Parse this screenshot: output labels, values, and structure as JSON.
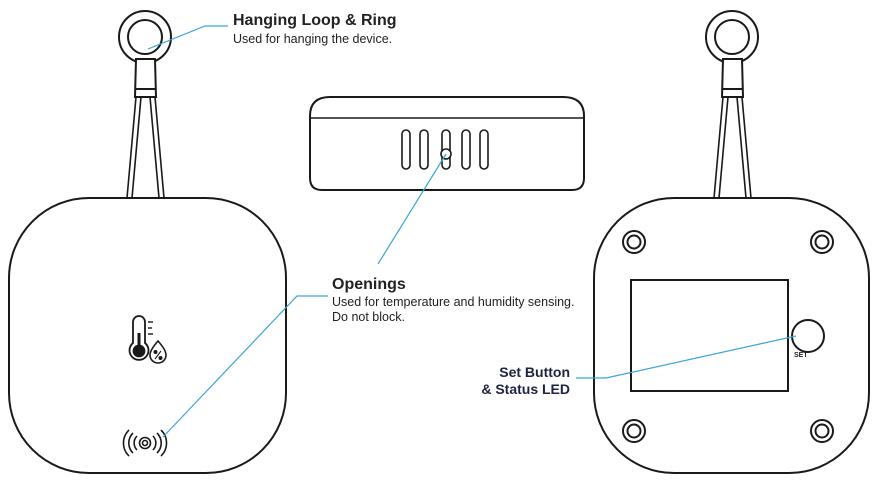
{
  "labels": {
    "hanging_title": "Hanging Loop & Ring",
    "hanging_desc": "Used for hanging the device.",
    "openings_title": "Openings",
    "openings_desc": "Used for temperature and humidity sensing. Do not block.",
    "set_title_line1": "Set Button",
    "set_title_line2": "& Status LED",
    "set_button_text": "SET"
  },
  "icons": [
    "thermometer-icon",
    "humidity-drop-icon",
    "wireless-pairing-icon"
  ],
  "colors": {
    "outline": "#1a1a1a",
    "leader_line": "#3aa6d6",
    "title_text": "#222222",
    "set_label_text": "#1d2340"
  }
}
